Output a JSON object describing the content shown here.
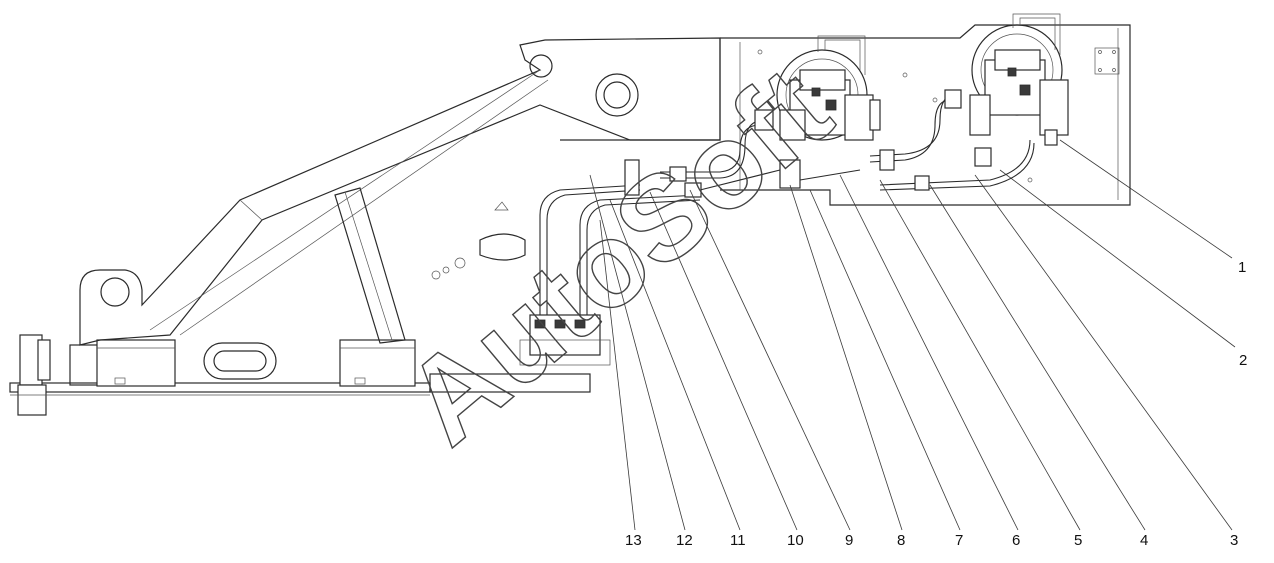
{
  "watermark": {
    "text": "AutoSoft"
  },
  "callouts": [
    {
      "label": "1"
    },
    {
      "label": "2"
    },
    {
      "label": "3"
    },
    {
      "label": "4"
    },
    {
      "label": "5"
    },
    {
      "label": "6"
    },
    {
      "label": "7"
    },
    {
      "label": "8"
    },
    {
      "label": "9"
    },
    {
      "label": "10"
    },
    {
      "label": "11"
    },
    {
      "label": "12"
    },
    {
      "label": "13"
    }
  ]
}
